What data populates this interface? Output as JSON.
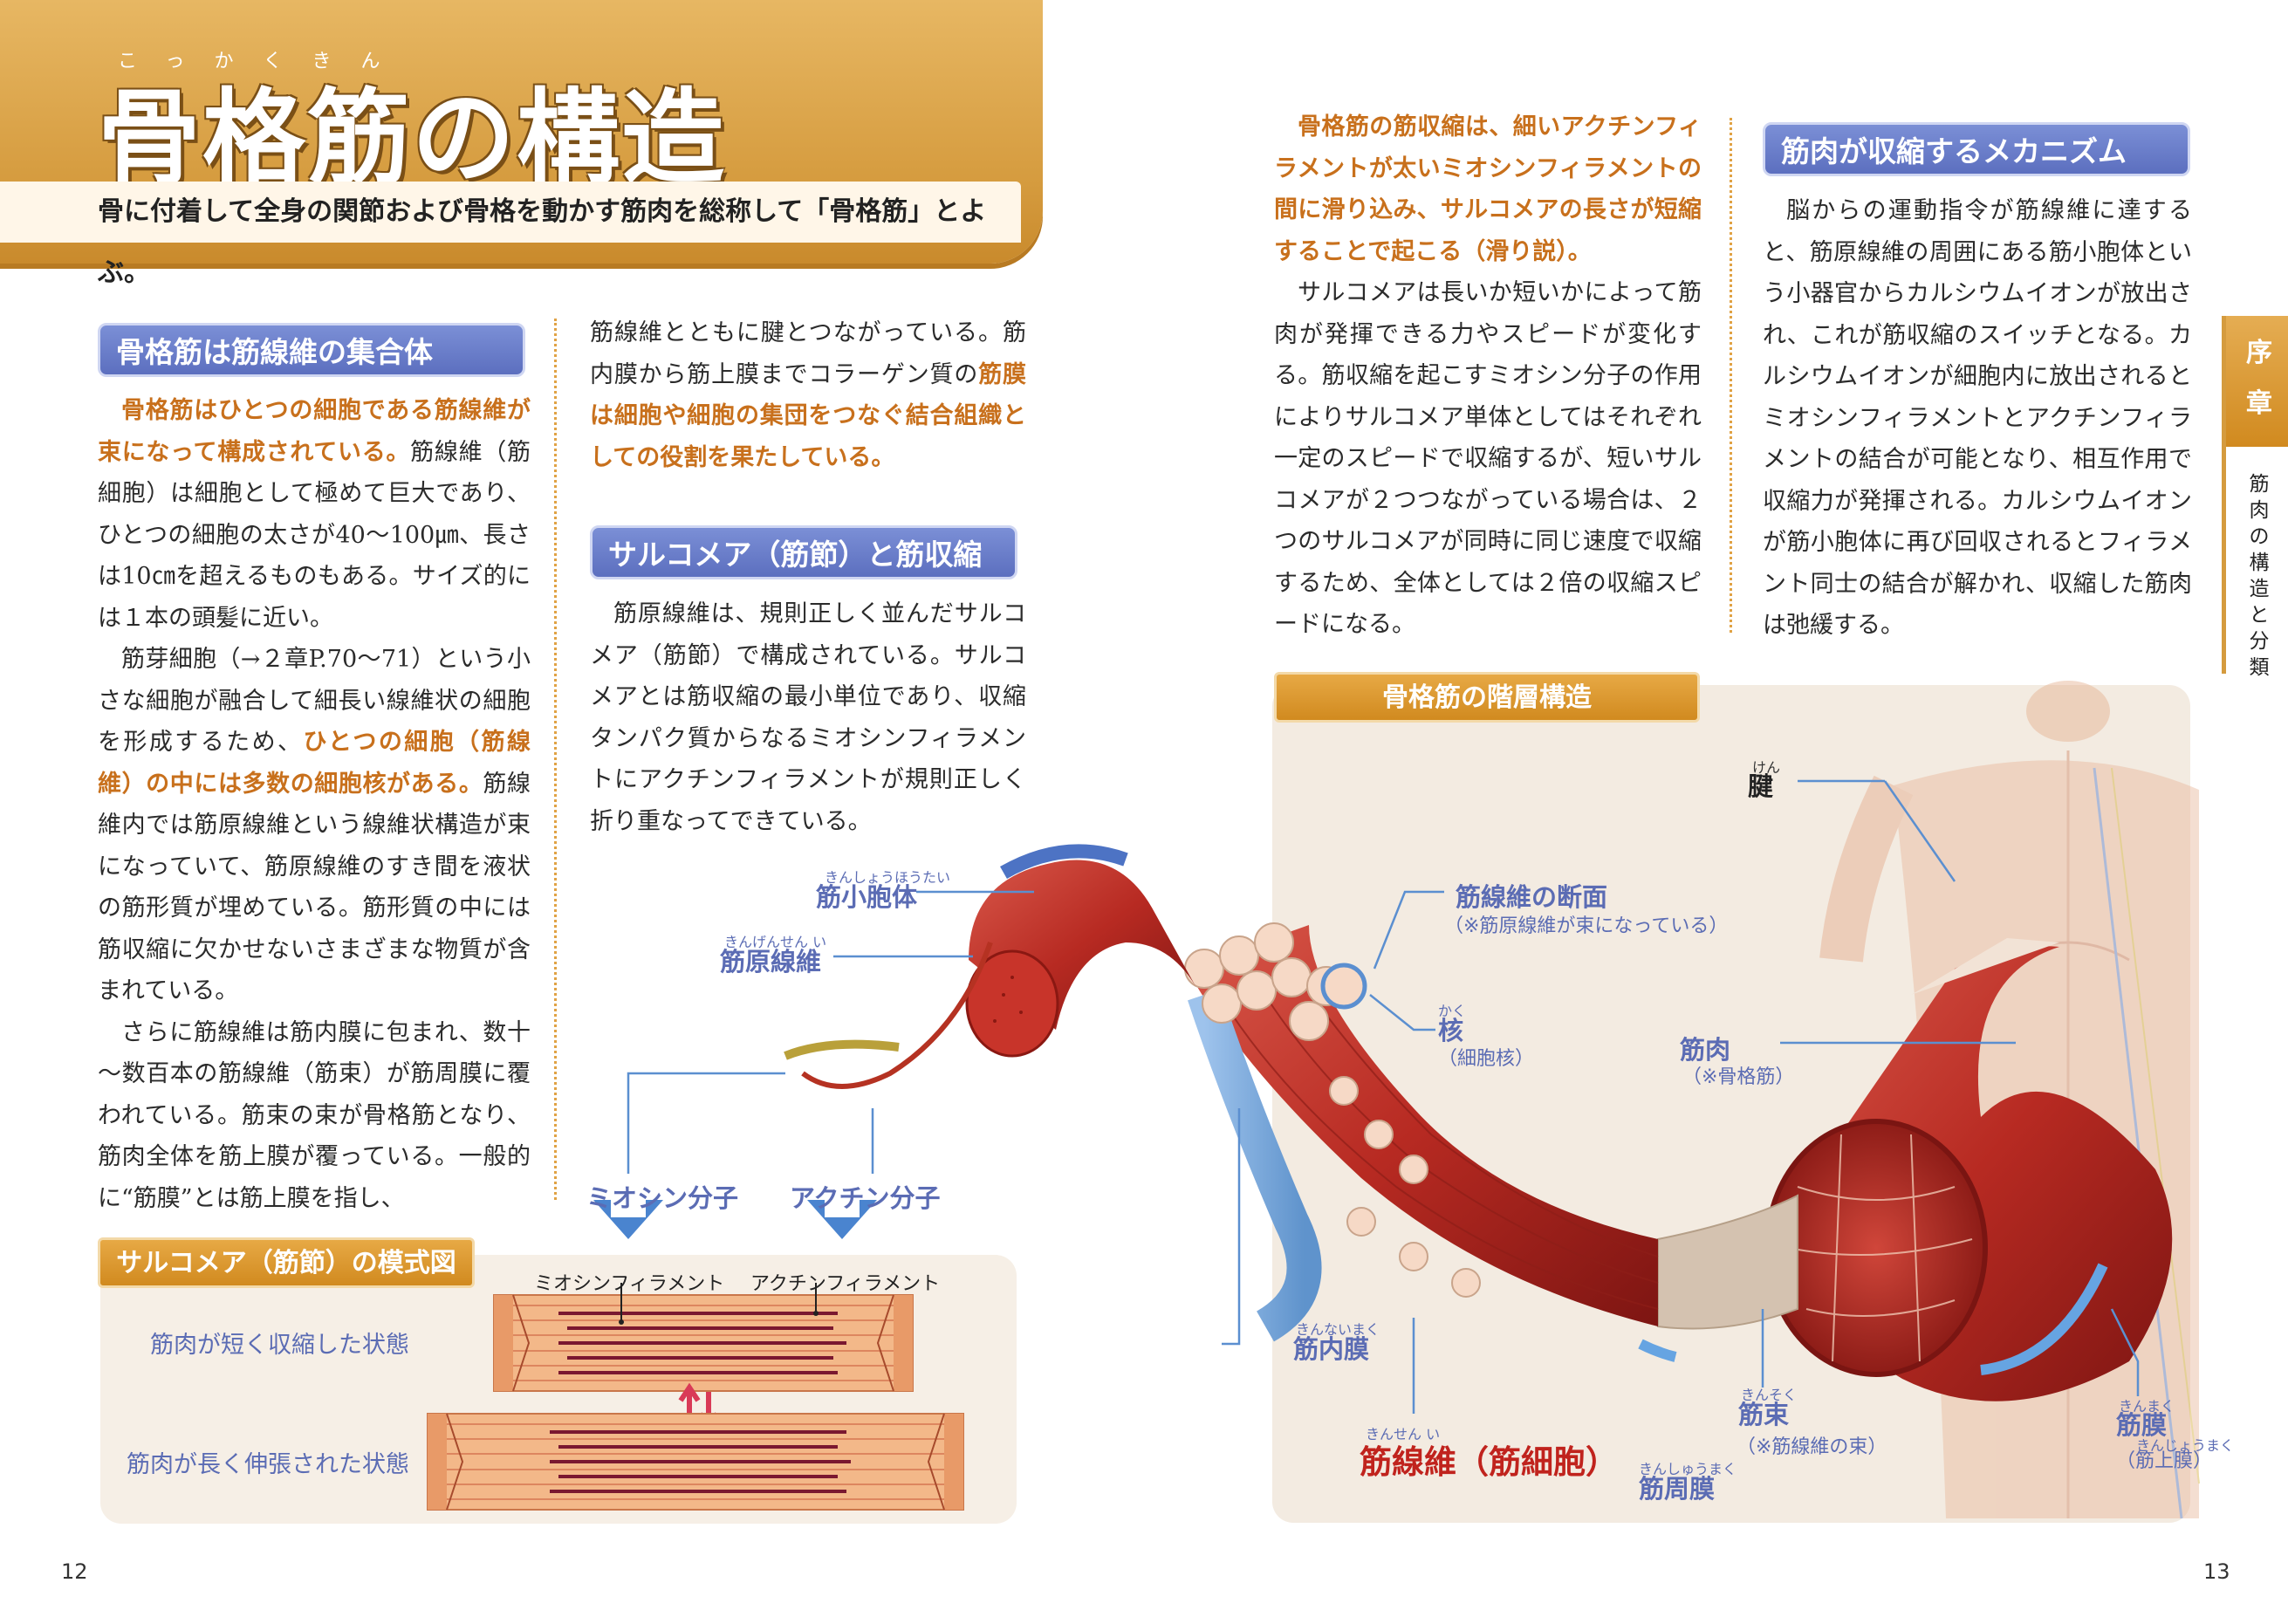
{
  "title": {
    "ruby": "こっかくきん",
    "text": "骨格筋の構造",
    "subtitle": "骨に付着して全身の関節および骨格を動かす筋肉を総称して「骨格筋」とよぶ。"
  },
  "side_tab": {
    "chapter": [
      "序",
      "章"
    ],
    "section": [
      "筋",
      "肉",
      "の",
      "構",
      "造",
      "と",
      "分",
      "類"
    ]
  },
  "section1": {
    "header": "骨格筋は筋線維の集合体",
    "paragraphs": [
      {
        "lead_hl": "骨格筋はひとつの細胞である筋線維が束になって構成されている。",
        "rest": "筋線維（筋細胞）は細胞として極めて巨大であり、ひとつの細胞の太さが40～100㎛、長さは10㎝を超えるものもある。サイズ的には１本の頭髪に近い。"
      },
      {
        "lead": "筋芽細胞（→２章P.70～71）という小さな細胞が融合して細長い線維状の細胞を形成するため、",
        "hl": "ひとつの細胞（筋線維）の中には多数の細胞核がある。",
        "rest": "筋線維内では筋原線維という線維状構造が束になっていて、筋原線維のすき間を液状の筋形質が埋めている。筋形質の中には筋収縮に欠かせないさまざまな物質が含まれている。"
      },
      {
        "text": "さらに筋線維は筋内膜に包まれ、数十～数百本の筋線維（筋束）が筋周膜に覆われている。筋束の束が骨格筋となり、筋肉全体を筋上膜が覆っている。一般的に“筋膜”とは筋上膜を指し、"
      }
    ]
  },
  "section1_cont": {
    "lead": "筋線維とともに腱とつながっている。筋内膜から筋上膜までコラーゲン質の",
    "hl": "筋膜は細胞や細胞の集団をつなぐ結合組織としての役割を果たしている。"
  },
  "section2": {
    "header": "サルコメア（筋節）と筋収縮",
    "text": "筋原線維は、規則正しく並んだサルコメア（筋節）で構成されている。サルコメアとは筋収縮の最小単位であり、収縮タンパク質からなるミオシンフィラメントにアクチンフィラメントが規則正しく折り重なってできている。"
  },
  "section3": {
    "hl": "骨格筋の筋収縮は、細いアクチンフィラメントが太いミオシンフィラメントの間に滑り込み、サルコメアの長さが短縮することで起こる（滑り説）。",
    "text": "サルコメアは長いか短いかによって筋肉が発揮できる力やスピードが変化する。筋収縮を起こすミオシン分子の作用によりサルコメア単体としてはそれぞれ一定のスピードで収縮するが、短いサルコメアが２つつながっている場合は、２つのサルコメアが同時に同じ速度で収縮するため、全体としては２倍の収縮スピードになる。"
  },
  "section4": {
    "header": "筋肉が収縮するメカニズム",
    "text": "脳からの運動指令が筋線維に達すると、筋原線維の周囲にある筋小胞体という小器官からカルシウムイオンが放出され、これが筋収縮のスイッチとなる。カルシウムイオンが細胞内に放出されるとミオシンフィラメントとアクチンフィラメントの結合が可能となり、相互作用で収縮力が発揮される。カルシウムイオンが筋小胞体に再び回収されるとフィラメント同士の結合が解かれ、収縮した筋肉は弛緩する。"
  },
  "sarcomere_diagram": {
    "header": "サルコメア（筋節）の模式図",
    "label_myosin": "ミオシンフィラメント",
    "label_actin": "アクチンフィラメント",
    "state_short": "筋肉が短く収縮した状態",
    "state_long": "筋肉が長く伸張された状態"
  },
  "hierarchy_diagram": {
    "header": "骨格筋の階層構造",
    "labels": {
      "sr_ruby": "きんしょうほうたい",
      "sr": "筋小胞体",
      "myofibril_ruby": "きんげんせん い",
      "myofibril": "筋原線維",
      "myosin_molecule": "ミオシン分子",
      "actin_molecule": "アクチン分子",
      "fiber_section": "筋線維の断面",
      "fiber_section_note": "（※筋原線維が束になっている）",
      "nucleus_ruby": "かく",
      "nucleus": "核",
      "nucleus_note": "（細胞核）",
      "tendon_ruby": "けん",
      "tendon": "腱",
      "muscle": "筋肉",
      "muscle_note": "（※骨格筋）",
      "endomysium_ruby": "きんないまく",
      "endomysium": "筋内膜",
      "fiber_ruby": "きんせん い",
      "fiber": "筋線維（筋細胞）",
      "fascicle_ruby": "きんそく",
      "fascicle": "筋束",
      "fascicle_note": "（※筋線維の束）",
      "perimysium_ruby": "きんしゅうまく",
      "perimysium": "筋周膜",
      "epimysium_ruby": "きんまく",
      "epimysium": "筋膜",
      "epimysium_note_ruby": "きんじょうまく",
      "epimysium_note": "（筋上膜）"
    }
  },
  "page_numbers": {
    "left": "12",
    "right": "13"
  },
  "colors": {
    "accent_orange": "#d59b3e",
    "header_blue": "#5c6fbf",
    "highlight_text": "#c8701c",
    "muscle_red": "#b8302a",
    "fiber_label_red": "#c0231d"
  }
}
